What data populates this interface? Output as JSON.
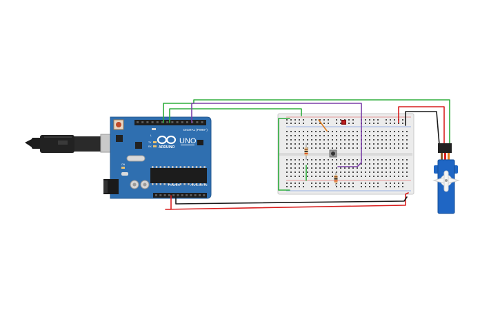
{
  "board": {
    "logo_text": "ARDUINO",
    "model": "UNO",
    "digital_label": "DIGITAL (PWM~)",
    "power_label": "POWER",
    "analog_label": "ANALOG IN",
    "tx_label": "TX",
    "rx_label": "RX",
    "l_label": "L",
    "on_label": "ON"
  },
  "colors": {
    "board_blue": "#2f6fb0",
    "wire_green": "#2eae3c",
    "wire_purple": "#7b3fa8",
    "wire_red": "#d81e1e",
    "wire_black": "#1a1a1a",
    "wire_orange": "#e07a1a",
    "breadboard": "#ececec",
    "servo_blue": "#1f66c4"
  },
  "components": [
    "arduino-uno",
    "usb-cable",
    "breadboard",
    "pushbutton",
    "resistor",
    "resistor",
    "led-red",
    "servo-motor"
  ]
}
